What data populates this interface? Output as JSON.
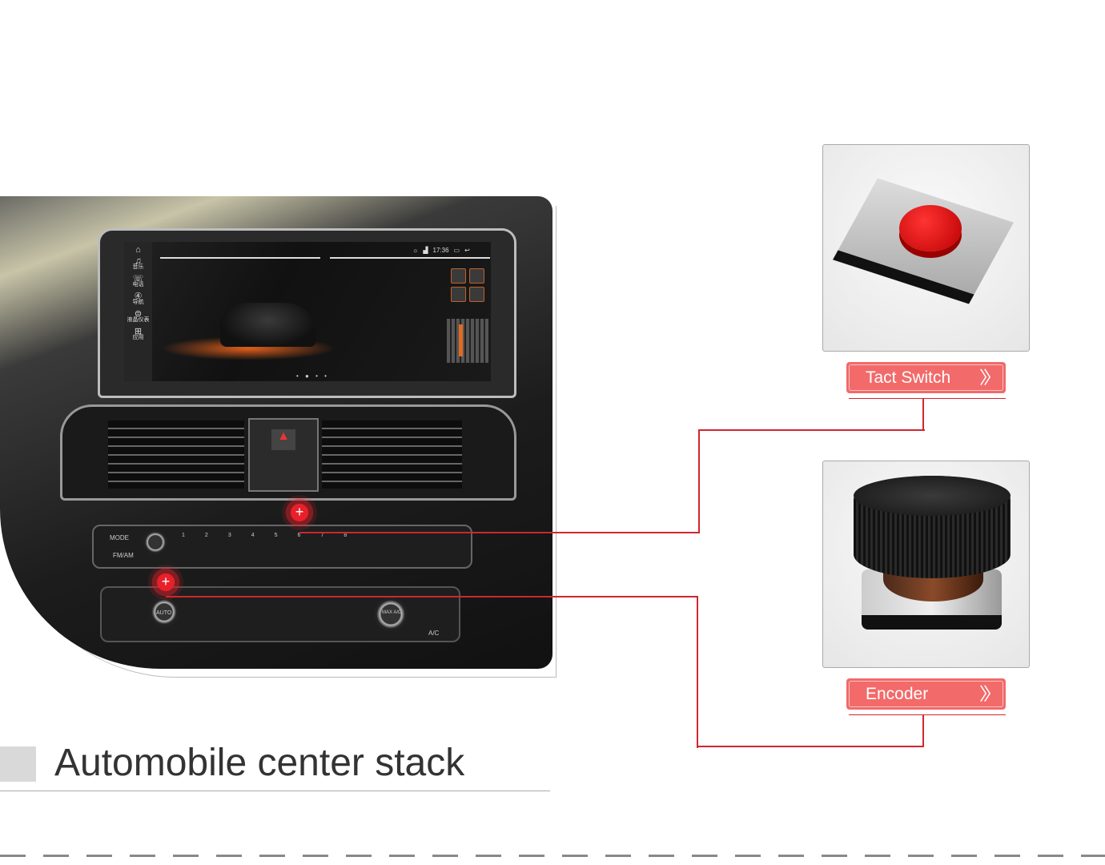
{
  "title": "Automobile center stack",
  "screen": {
    "time": "17:36",
    "sidebar": [
      {
        "icon": "home-icon",
        "label": ""
      },
      {
        "icon": "music-icon",
        "label": "音乐"
      },
      {
        "icon": "phone-icon",
        "label": "电话"
      },
      {
        "icon": "navigation-icon",
        "label": "导航"
      },
      {
        "icon": "dashboard-icon",
        "label": "液晶仪表"
      },
      {
        "icon": "apps-icon",
        "label": "应用"
      }
    ]
  },
  "console": {
    "mode": "MODE",
    "fmam": "FM/AM",
    "presets": [
      "1",
      "2",
      "3",
      "4",
      "5",
      "6",
      "7",
      "8"
    ],
    "auto": "AUTO",
    "max_ac": "MAX A/C",
    "ac": "A/C"
  },
  "components": [
    {
      "label": "Tact Switch"
    },
    {
      "label": "Encoder"
    }
  ],
  "colors": {
    "accent": "#f26a6a",
    "connector": "#d0262e"
  }
}
